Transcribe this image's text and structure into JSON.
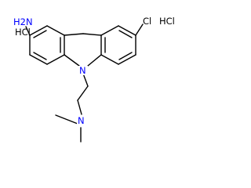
{
  "structure": {
    "atoms": {
      "amine": "H2N",
      "hcl_left": "HCl",
      "ring_nitrogen": "N",
      "chlorine": "Cl",
      "hcl_right": "HCl",
      "tertiary_amine": "N"
    },
    "colors": {
      "bond": "#000000",
      "text": "#000000",
      "nitrogen": "#0000ff"
    }
  }
}
